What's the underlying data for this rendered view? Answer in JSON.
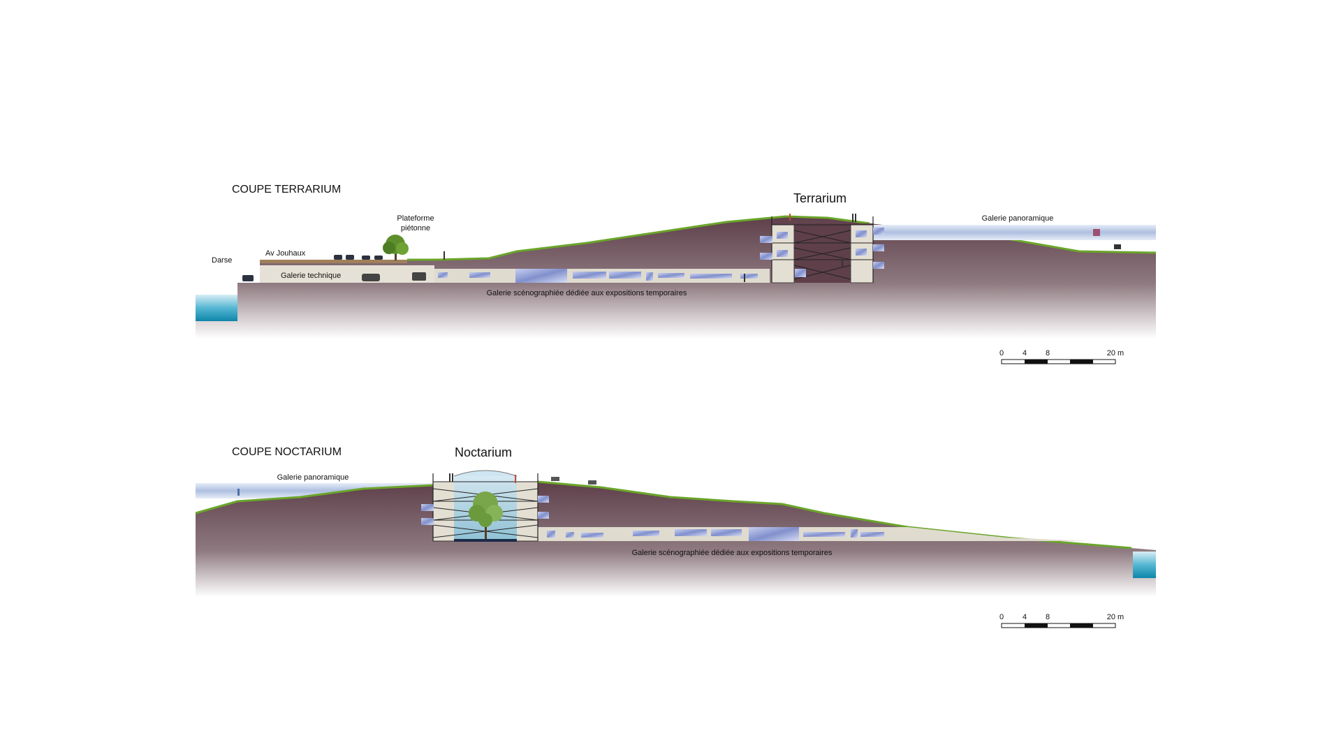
{
  "section_terrarium": {
    "title": "COUPE TERRARIUM",
    "labels": {
      "terrarium": "Terrarium",
      "galerie_panoramique": "Galerie panoramique",
      "plateforme_line1": "Plateforme",
      "plateforme_line2": "piétonne",
      "av_jouhaux": "Av Jouhaux",
      "darse": "Darse",
      "galerie_technique": "Galerie technique",
      "galerie_scenographiee": "Galerie scénographiée dédiée aux expositions temporaires"
    },
    "scale": {
      "t0": "0",
      "t4": "4",
      "t8": "8",
      "t20": "20 m"
    }
  },
  "section_noctarium": {
    "title": "COUPE NOCTARIUM",
    "labels": {
      "noctarium": "Noctarium",
      "galerie_panoramique": "Galerie panoramique",
      "galerie_scenographiee": "Galerie scénographiée dédiée aux expositions temporaires"
    },
    "scale": {
      "t0": "0",
      "t4": "4",
      "t8": "8",
      "t20": "20 m"
    }
  },
  "colors": {
    "earth_top": "#6f4d57",
    "earth_bottom": "#ffffff",
    "grass": "#6aa52a",
    "water": "#1a9bbf",
    "gallery": "#ddd8cc",
    "glass": "#9aa6d8",
    "sky_band": "#b9c6e3"
  }
}
